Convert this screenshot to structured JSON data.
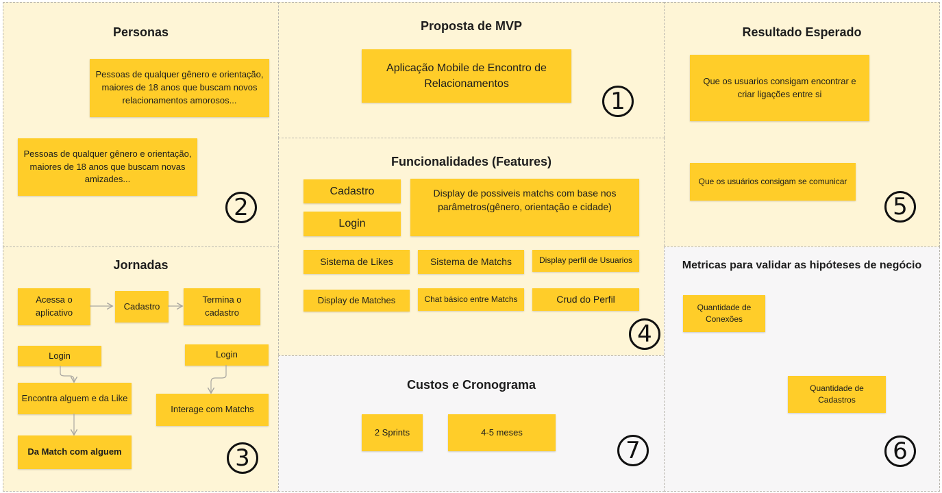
{
  "personas": {
    "title": "Personas",
    "note_1": "Pessoas de qualquer gênero e orientação, maiores de 18 anos que buscam novos relacionamentos amorosos...",
    "note_2": "Pessoas de qualquer gênero e orientação, maiores de 18 anos que buscam novas amizades...",
    "number": "2"
  },
  "mvp": {
    "title": "Proposta de MVP",
    "note": "Aplicação Mobile de Encontro de Relacionamentos",
    "number": "1"
  },
  "resultado": {
    "title": "Resultado Esperado",
    "note_1": "Que os usuarios consigam encontrar e criar ligações entre si",
    "note_2": "Que os usuários consigam se comunicar",
    "number": "5"
  },
  "features": {
    "title": "Funcionalidades (Features)",
    "cadastro": "Cadastro",
    "login": "Login",
    "display_matchs": "Display de possiveis matchs com base nos parâmetros(gênero, orientação e cidade)",
    "sistema_likes": "Sistema de Likes",
    "sistema_matchs": "Sistema de Matchs",
    "display_perfil": "Display perfil de Usuarios",
    "display_matches": "Display de Matches",
    "chat": "Chat básico entre Matchs",
    "crud": "Crud do Perfil",
    "number": "4"
  },
  "jornadas": {
    "title": "Jornadas",
    "acessa": "Acessa o aplicativo",
    "cadastro": "Cadastro",
    "termina": "Termina o cadastro",
    "login_1": "Login",
    "encontra": "Encontra alguem e da Like",
    "da_match": "Da Match com alguem",
    "login_2": "Login",
    "interage": "Interage com Matchs",
    "number": "3"
  },
  "metricas": {
    "title": "Metricas para validar as hipóteses de negócio",
    "conexoes": "Quantidade de Conexões",
    "cadastros": "Quantidade de Cadastros",
    "number": "6"
  },
  "custos": {
    "title": "Custos e Cronograma",
    "sprints": "2 Sprints",
    "meses": "4-5 meses",
    "number": "7"
  }
}
